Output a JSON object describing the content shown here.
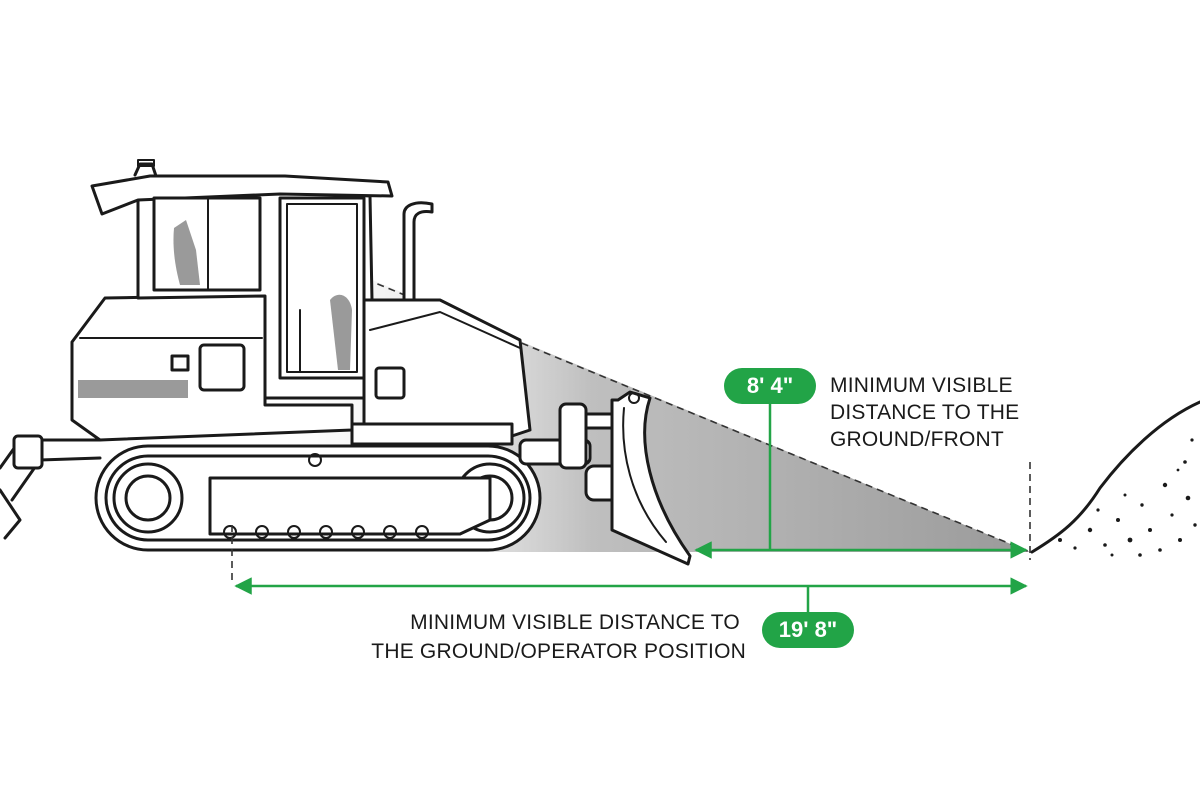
{
  "colors": {
    "accent": "#22a447",
    "shade": "#9a9a9a",
    "line": "#1a1a1a"
  },
  "front": {
    "distance": "8' 4\"",
    "label_lines": [
      "MINIMUM VISIBLE",
      "DISTANCE TO THE",
      "GROUND/FRONT"
    ]
  },
  "operator": {
    "distance": "19' 8\"",
    "label_lines": [
      "MINIMUM VISIBLE DISTANCE TO",
      "THE GROUND/OPERATOR POSITION"
    ]
  }
}
